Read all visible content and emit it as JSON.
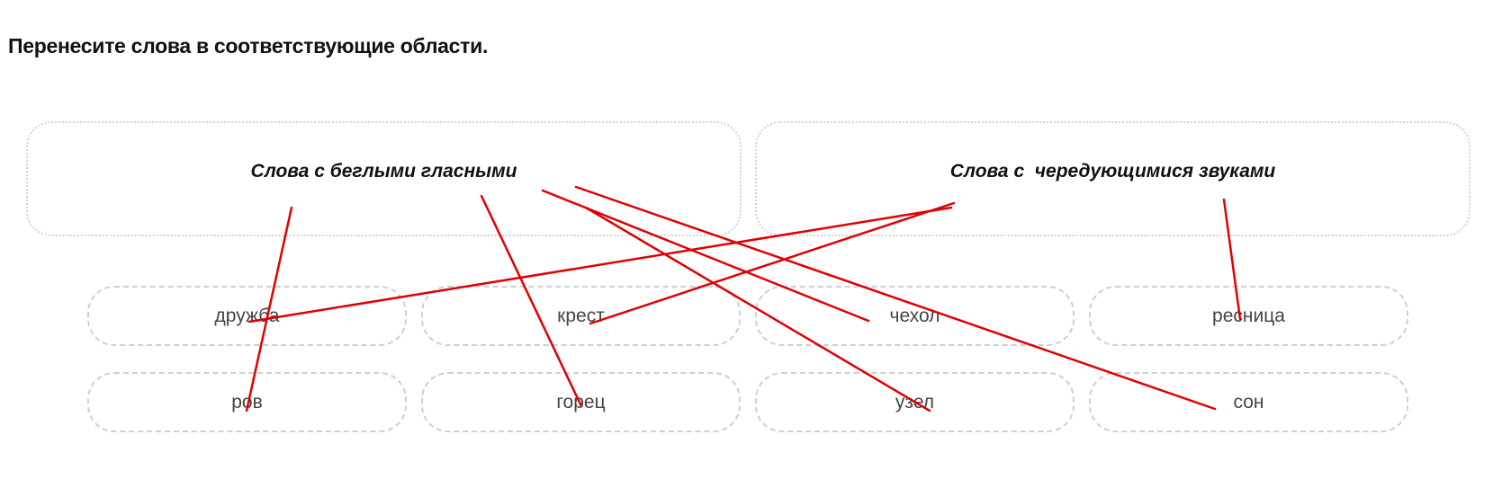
{
  "instruction": "Перенесите слова в соответствующие области.",
  "drop_zones": [
    {
      "label": "Слова с беглыми гласными"
    },
    {
      "label": "Слова с  чередующимися звуками"
    }
  ],
  "words": [
    "дружба",
    "крест",
    "чехол",
    "ресница",
    "ров",
    "горец",
    "узел",
    "сон"
  ],
  "annotation_color": "#e00000"
}
